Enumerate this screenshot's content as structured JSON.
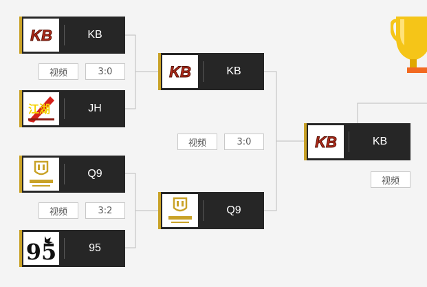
{
  "colors": {
    "card_bg": "#262626",
    "card_accent": "#c9a227",
    "connector": "#bbbbbb",
    "kb_red": "#b02a1a",
    "trophy_gold": "#f5c518",
    "trophy_orange": "#f26a21"
  },
  "round1": {
    "match1": {
      "team_a": {
        "name": "KB",
        "logo": "kb-logo-icon"
      },
      "team_b": {
        "name": "JH",
        "logo": "jh-logo-icon"
      },
      "video_label": "视频",
      "score": "3:0"
    },
    "match2": {
      "team_a": {
        "name": "Q9",
        "logo": "q9-logo-icon"
      },
      "team_b": {
        "name": "95",
        "logo": "team95-logo-icon"
      },
      "video_label": "视频",
      "score": "3:2"
    }
  },
  "round2": {
    "team_a": {
      "name": "KB",
      "logo": "kb-logo-icon"
    },
    "team_b": {
      "name": "Q9",
      "logo": "q9-logo-icon"
    },
    "video_label": "视频",
    "score": "3:0"
  },
  "final": {
    "winner": {
      "name": "KB",
      "logo": "kb-logo-icon"
    },
    "video_label": "视频"
  },
  "trophy": {
    "icon": "trophy-icon"
  }
}
